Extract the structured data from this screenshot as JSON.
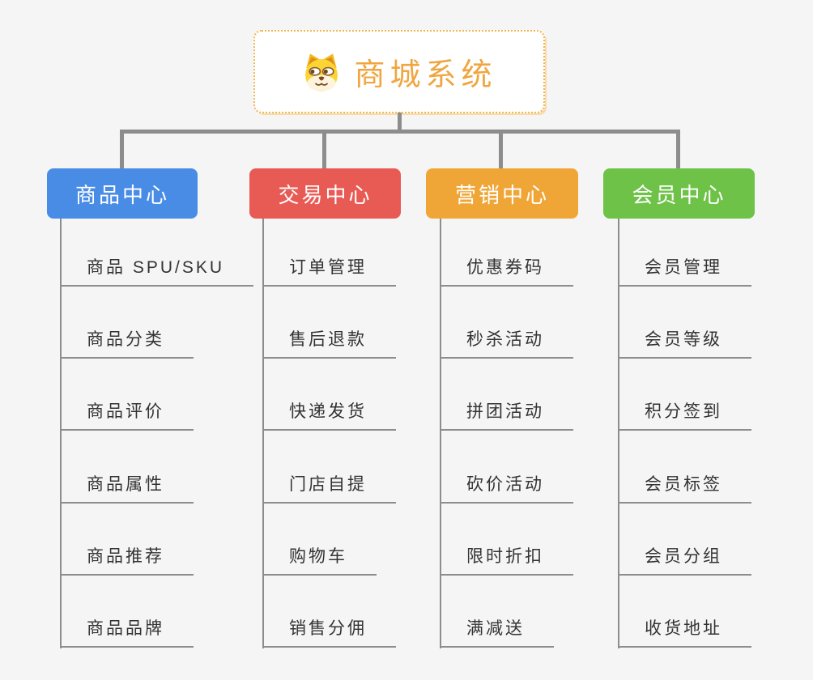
{
  "canvas": {
    "background": "#f5f5f5"
  },
  "root": {
    "title": "商城系统",
    "icon": "dog-face-icon",
    "title_color": "#f0a640",
    "border_color": "#f2b44f",
    "background": "#ffffff"
  },
  "connectors": {
    "color": "#8d8d8d"
  },
  "branches": [
    {
      "label": "商品中心",
      "color": "#488ce6",
      "text_color": "#ffffff",
      "items": [
        "商品 SPU/SKU",
        "商品分类",
        "商品评价",
        "商品属性",
        "商品推荐",
        "商品品牌"
      ]
    },
    {
      "label": "交易中心",
      "color": "#e85a54",
      "text_color": "#ffffff",
      "items": [
        "订单管理",
        "售后退款",
        "快递发货",
        "门店自提",
        "购物车",
        "销售分佣"
      ]
    },
    {
      "label": "营销中心",
      "color": "#f0a636",
      "text_color": "#ffffff",
      "items": [
        "优惠券码",
        "秒杀活动",
        "拼团活动",
        "砍价活动",
        "限时折扣",
        "满减送"
      ]
    },
    {
      "label": "会员中心",
      "color": "#6ec248",
      "text_color": "#ffffff",
      "items": [
        "会员管理",
        "会员等级",
        "积分签到",
        "会员标签",
        "会员分组",
        "收货地址"
      ]
    }
  ]
}
